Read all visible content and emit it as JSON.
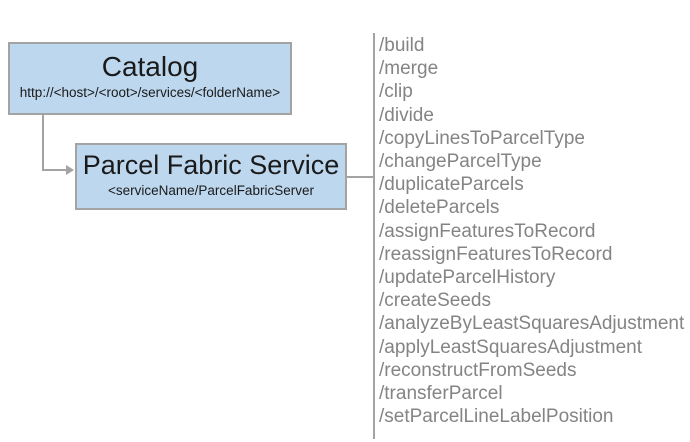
{
  "catalog_box": {
    "title": "Catalog",
    "subtitle": "http://<host>/<root>/services/<folderName>"
  },
  "service_box": {
    "title": "Parcel Fabric Service",
    "subtitle": "<serviceName/ParcelFabricServer"
  },
  "operations": [
    "/build",
    "/merge",
    "/clip",
    "/divide",
    "/copyLinesToParcelType",
    "/changeParcelType",
    "/duplicateParcels",
    "/deleteParcels",
    "/assignFeaturesToRecord",
    "/reassignFeaturesToRecord",
    "/updateParcelHistory",
    "/createSeeds",
    "/analyzeByLeastSquaresAdjustment",
    "/applyLeastSquaresAdjustment",
    "/reconstructFromSeeds",
    "/transferParcel",
    "/setParcelLineLabelPosition"
  ],
  "colors": {
    "background": "#FFFFFF",
    "box_fill": "#BDD7EE",
    "box_border": "#A3A3A3",
    "connector": "#A3A3A3",
    "list_text": "#848484",
    "title_text": "#1A1A1A"
  }
}
